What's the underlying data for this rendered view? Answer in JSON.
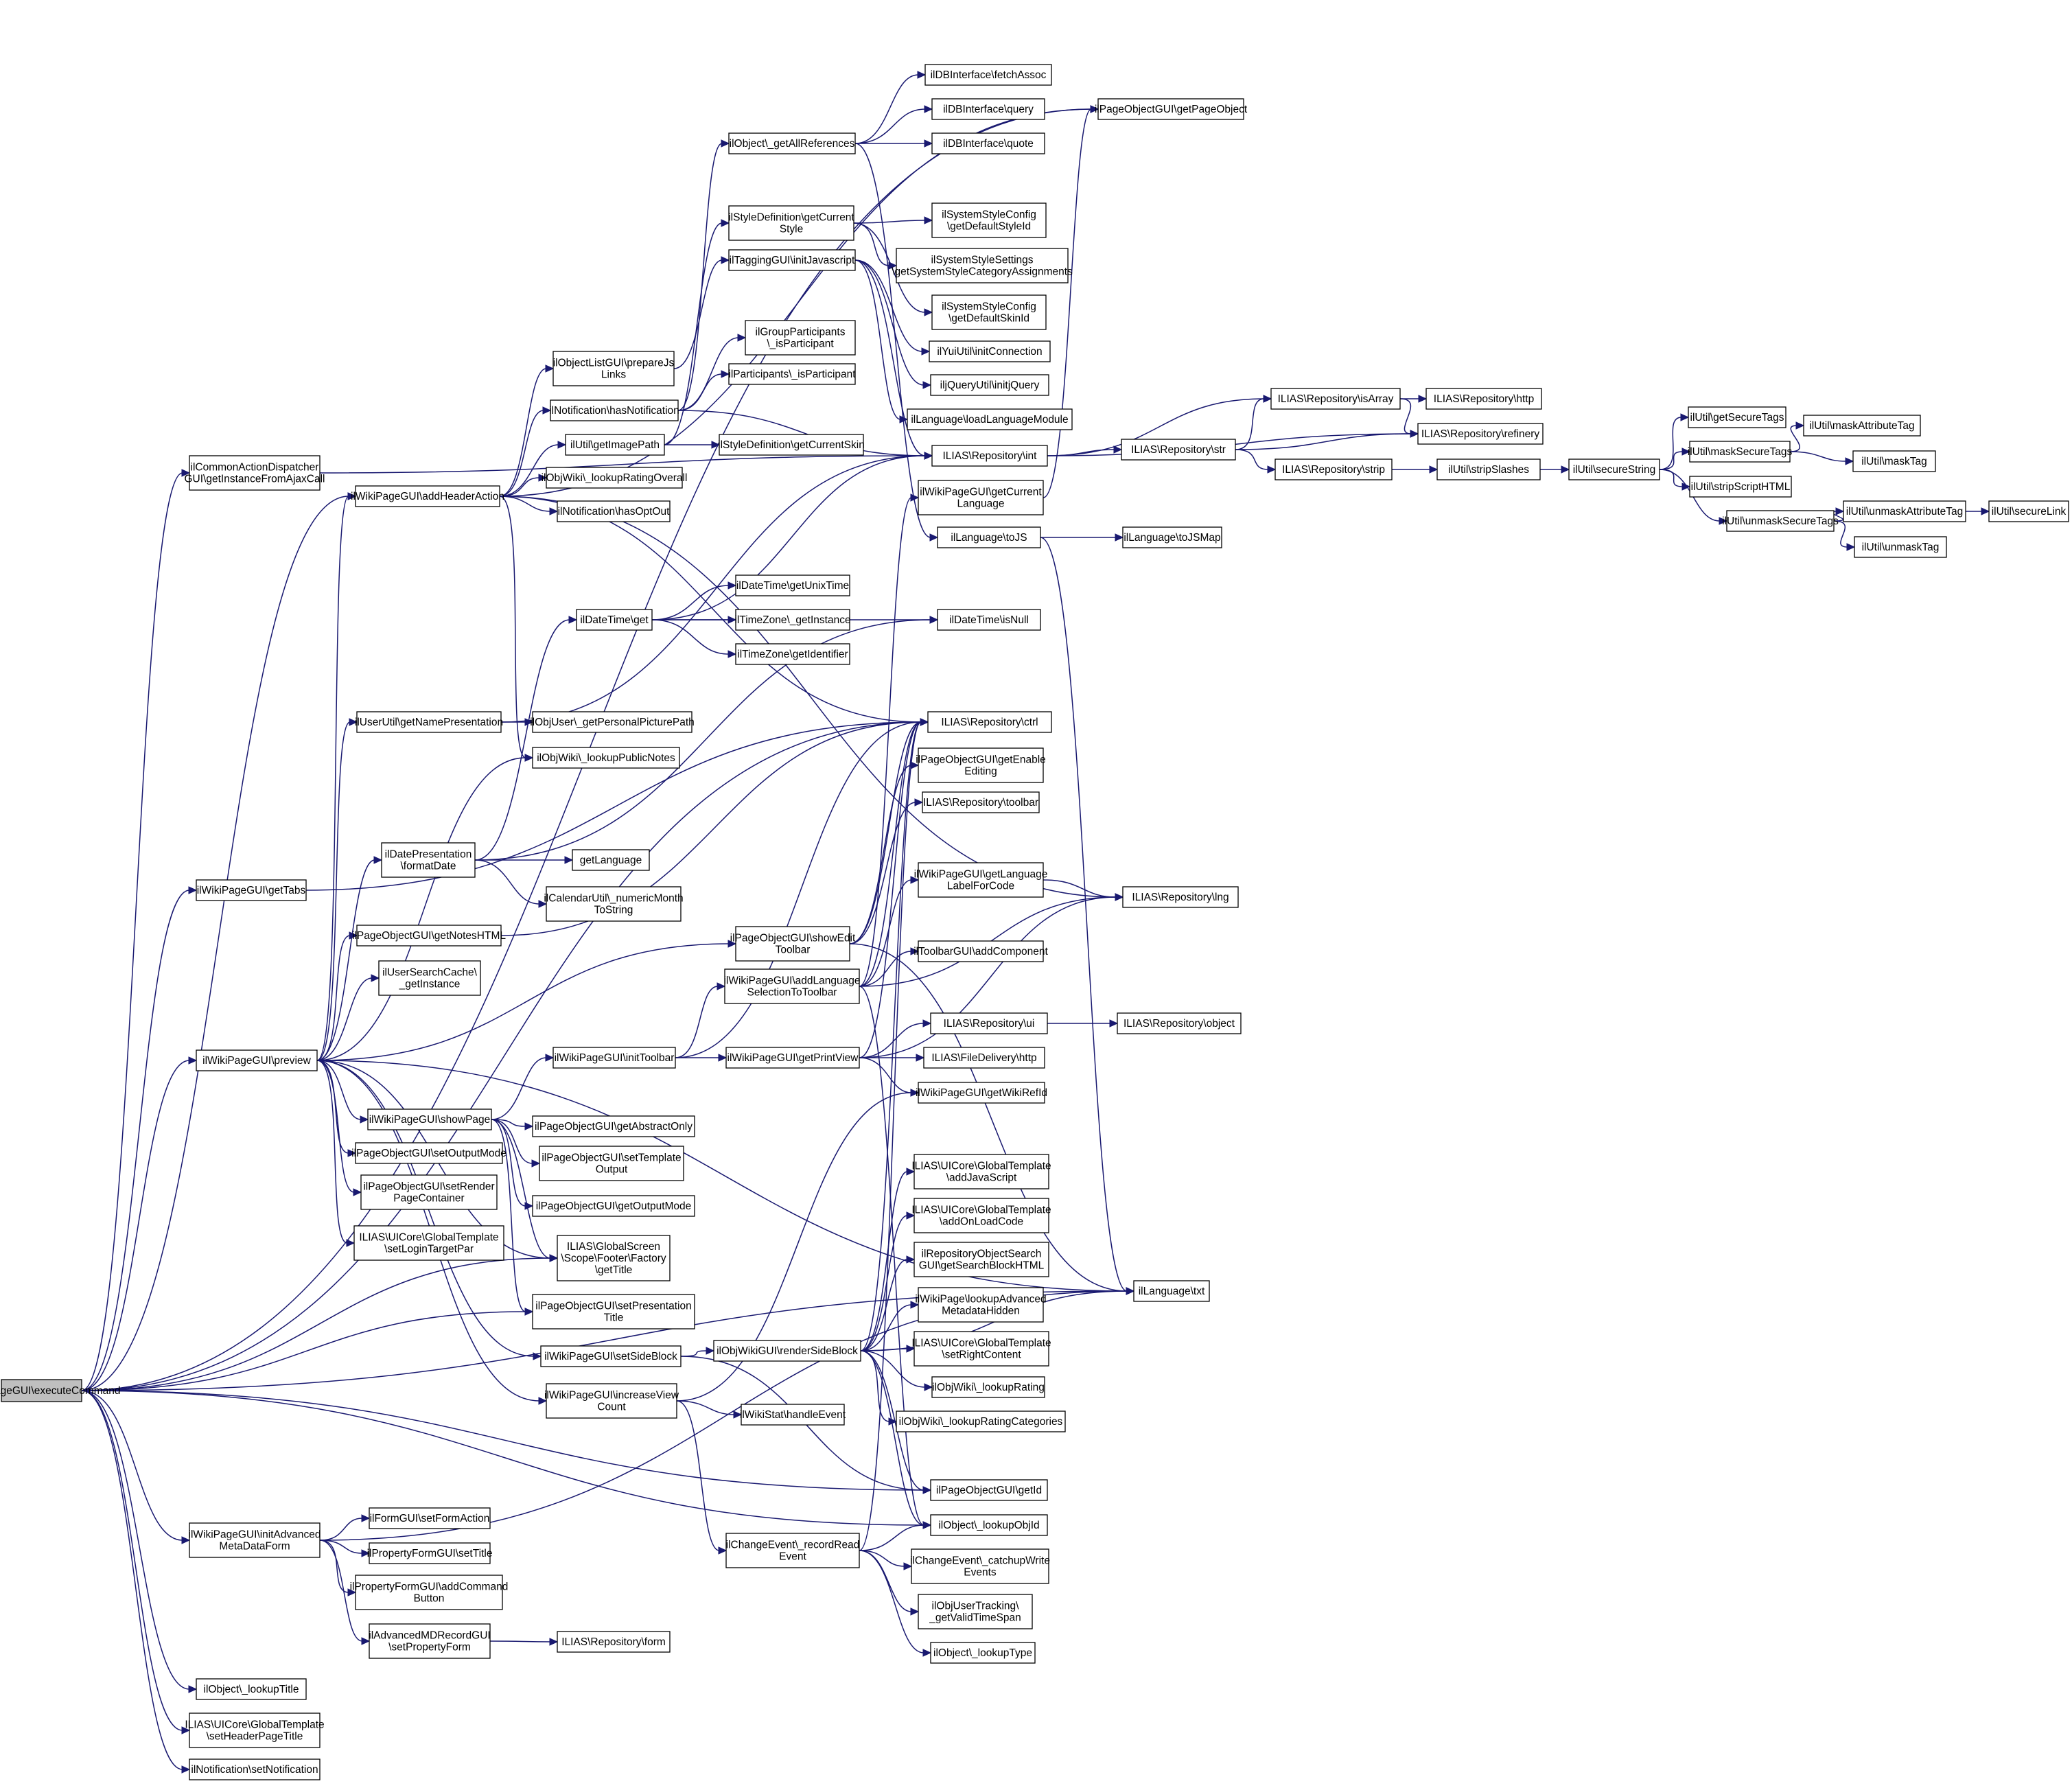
{
  "nodes": [
    {
      "id": "root",
      "lines": [
        "ilWikiPageGUI\\executeCommand"
      ]
    },
    {
      "id": "cad",
      "lines": [
        "ilCommonActionDispatcher",
        "GUI\\getInstanceFromAjaxCall"
      ]
    },
    {
      "id": "tabs",
      "lines": [
        "ilWikiPageGUI\\getTabs"
      ]
    },
    {
      "id": "preview",
      "lines": [
        "ilWikiPageGUI\\preview"
      ]
    },
    {
      "id": "initadv",
      "lines": [
        "ilWikiPageGUI\\initAdvanced",
        "MetaDataForm"
      ]
    },
    {
      "id": "lookuptitle",
      "lines": [
        "ilObject\\_lookupTitle"
      ]
    },
    {
      "id": "setheader",
      "lines": [
        "ILIAS\\UICore\\GlobalTemplate",
        "\\setHeaderPageTitle"
      ]
    },
    {
      "id": "setnotif",
      "lines": [
        "ilNotification\\setNotification"
      ]
    },
    {
      "id": "addheader",
      "lines": [
        "ilWikiPageGUI\\addHeaderAction"
      ]
    },
    {
      "id": "getname",
      "lines": [
        "ilUserUtil\\getNamePresentation"
      ]
    },
    {
      "id": "formatdate",
      "lines": [
        "ilDatePresentation",
        "\\formatDate"
      ]
    },
    {
      "id": "notes",
      "lines": [
        "ilPageObjectGUI\\getNotesHTML"
      ]
    },
    {
      "id": "searchcache",
      "lines": [
        "ilUserSearchCache\\",
        "_getInstance"
      ]
    },
    {
      "id": "showpage",
      "lines": [
        "ilWikiPageGUI\\showPage"
      ]
    },
    {
      "id": "setoutput",
      "lines": [
        "ilPageObjectGUI\\setOutputMode"
      ]
    },
    {
      "id": "setrender",
      "lines": [
        "ilPageObjectGUI\\setRender",
        "PageContainer"
      ]
    },
    {
      "id": "setlogin",
      "lines": [
        "ILIAS\\UICore\\GlobalTemplate",
        "\\setLoginTargetPar"
      ]
    },
    {
      "id": "setformaction",
      "lines": [
        "ilFormGUI\\setFormAction"
      ]
    },
    {
      "id": "propsettitle",
      "lines": [
        "ilPropertyFormGUI\\setTitle"
      ]
    },
    {
      "id": "addcmd",
      "lines": [
        "ilPropertyFormGUI\\addCommand",
        "Button"
      ]
    },
    {
      "id": "setpropform",
      "lines": [
        "ilAdvancedMDRecordGUI",
        "\\setPropertyForm"
      ]
    },
    {
      "id": "prepjs",
      "lines": [
        "ilObjectListGUI\\prepareJs",
        "Links"
      ]
    },
    {
      "id": "hasnotif",
      "lines": [
        "ilNotification\\hasNotification"
      ]
    },
    {
      "id": "imagepath",
      "lines": [
        "ilUtil\\getImagePath"
      ]
    },
    {
      "id": "ratingoverall",
      "lines": [
        "ilObjWiki\\_lookupRatingOverall"
      ]
    },
    {
      "id": "hasoptout",
      "lines": [
        "ilNotification\\hasOptOut"
      ]
    },
    {
      "id": "datetimeget",
      "lines": [
        "ilDateTime\\get"
      ]
    },
    {
      "id": "personalpic",
      "lines": [
        "ilObjUser\\_getPersonalPicturePath"
      ]
    },
    {
      "id": "publicnotes",
      "lines": [
        "ilObjWiki\\_lookupPublicNotes"
      ]
    },
    {
      "id": "getlanguage",
      "lines": [
        "getLanguage"
      ]
    },
    {
      "id": "numericmonth",
      "lines": [
        "ilCalendarUtil\\_numericMonth",
        "ToString"
      ]
    },
    {
      "id": "abstractonly",
      "lines": [
        "ilPageObjectGUI\\getAbstractOnly"
      ]
    },
    {
      "id": "settemplateout",
      "lines": [
        "ilPageObjectGUI\\setTemplate",
        "Output"
      ]
    },
    {
      "id": "getoutputmode",
      "lines": [
        "ilPageObjectGUI\\getOutputMode"
      ]
    },
    {
      "id": "footertitle",
      "lines": [
        "ILIAS\\GlobalScreen",
        "\\Scope\\Footer\\Factory",
        "\\getTitle"
      ]
    },
    {
      "id": "setprestitle",
      "lines": [
        "ilPageObjectGUI\\setPresentation",
        "Title"
      ]
    },
    {
      "id": "setsideblock",
      "lines": [
        "ilWikiPageGUI\\setSideBlock"
      ]
    },
    {
      "id": "incview",
      "lines": [
        "ilWikiPageGUI\\increaseView",
        "Count"
      ]
    },
    {
      "id": "inittoolbar",
      "lines": [
        "ilWikiPageGUI\\initToolbar"
      ]
    },
    {
      "id": "repoform",
      "lines": [
        "ILIAS\\Repository\\form"
      ]
    },
    {
      "id": "allrefs",
      "lines": [
        "ilObject\\_getAllReferences"
      ]
    },
    {
      "id": "stylecurrent",
      "lines": [
        "ilStyleDefinition\\getCurrent",
        "Style"
      ]
    },
    {
      "id": "tagging",
      "lines": [
        "ilTaggingGUI\\initJavascript"
      ]
    },
    {
      "id": "groupparts",
      "lines": [
        "ilGroupParticipants",
        "\\_isParticipant"
      ]
    },
    {
      "id": "parts",
      "lines": [
        "ilParticipants\\_isParticipant"
      ]
    },
    {
      "id": "currentskin",
      "lines": [
        "ilStyleDefinition\\getCurrentSkin"
      ]
    },
    {
      "id": "unixtime",
      "lines": [
        "ilDateTime\\getUnixTime"
      ]
    },
    {
      "id": "tzinstance",
      "lines": [
        "ilTimeZone\\_getInstance"
      ]
    },
    {
      "id": "tzident",
      "lines": [
        "ilTimeZone\\getIdentifier"
      ]
    },
    {
      "id": "showedit",
      "lines": [
        "ilPageObjectGUI\\showEdit",
        "Toolbar"
      ]
    },
    {
      "id": "addlang",
      "lines": [
        "ilWikiPageGUI\\addLanguage",
        "SelectionToToolbar"
      ]
    },
    {
      "id": "printview",
      "lines": [
        "ilWikiPageGUI\\getPrintView"
      ]
    },
    {
      "id": "rendersideblock",
      "lines": [
        "ilObjWikiGUI\\renderSideBlock"
      ]
    },
    {
      "id": "wikistat",
      "lines": [
        "ilWikiStat\\handleEvent"
      ]
    },
    {
      "id": "recordread",
      "lines": [
        "ilChangeEvent\\_recordRead",
        "Event"
      ]
    },
    {
      "id": "fetchassoc",
      "lines": [
        "ilDBInterface\\fetchAssoc"
      ]
    },
    {
      "id": "dbquery",
      "lines": [
        "ilDBInterface\\query"
      ]
    },
    {
      "id": "dbquote",
      "lines": [
        "ilDBInterface\\quote"
      ]
    },
    {
      "id": "defstyleid",
      "lines": [
        "ilSystemStyleConfig",
        "\\getDefaultStyleId"
      ]
    },
    {
      "id": "catassign",
      "lines": [
        "ilSystemStyleSettings",
        "\\getSystemStyleCategoryAssignments"
      ]
    },
    {
      "id": "defskinid",
      "lines": [
        "ilSystemStyleConfig",
        "\\getDefaultSkinId"
      ]
    },
    {
      "id": "yui",
      "lines": [
        "ilYuiUtil\\initConnection"
      ]
    },
    {
      "id": "jquery",
      "lines": [
        "iljQueryUtil\\initjQuery"
      ]
    },
    {
      "id": "loadlang",
      "lines": [
        "ilLanguage\\loadLanguageModule"
      ]
    },
    {
      "id": "repoint",
      "lines": [
        "ILIAS\\Repository\\int"
      ]
    },
    {
      "id": "currentlang",
      "lines": [
        "ilWikiPageGUI\\getCurrent",
        "Language"
      ]
    },
    {
      "id": "tojs",
      "lines": [
        "ilLanguage\\toJS"
      ]
    },
    {
      "id": "isnull",
      "lines": [
        "ilDateTime\\isNull"
      ]
    },
    {
      "id": "ctrl",
      "lines": [
        "ILIAS\\Repository\\ctrl"
      ]
    },
    {
      "id": "enableediting",
      "lines": [
        "ilPageObjectGUI\\getEnable",
        "Editing"
      ]
    },
    {
      "id": "repotoolbar",
      "lines": [
        "ILIAS\\Repository\\toolbar"
      ]
    },
    {
      "id": "langlabel",
      "lines": [
        "ilWikiPageGUI\\getLanguage",
        "LabelForCode"
      ]
    },
    {
      "id": "addcomponent",
      "lines": [
        "ilToolbarGUI\\addComponent"
      ]
    },
    {
      "id": "repoui",
      "lines": [
        "ILIAS\\Repository\\ui"
      ]
    },
    {
      "id": "filehttp",
      "lines": [
        "ILIAS\\FileDelivery\\http"
      ]
    },
    {
      "id": "wikirefid",
      "lines": [
        "ilWikiPageGUI\\getWikiRefId"
      ]
    },
    {
      "id": "addjs",
      "lines": [
        "ILIAS\\UICore\\GlobalTemplate",
        "\\addJavaScript"
      ]
    },
    {
      "id": "addonload",
      "lines": [
        "ILIAS\\UICore\\GlobalTemplate",
        "\\addOnLoadCode"
      ]
    },
    {
      "id": "searchblock",
      "lines": [
        "ilRepositoryObjectSearch",
        "GUI\\getSearchBlockHTML"
      ]
    },
    {
      "id": "advhidden",
      "lines": [
        "ilWikiPage\\lookupAdvanced",
        "MetadataHidden"
      ]
    },
    {
      "id": "setright",
      "lines": [
        "ILIAS\\UICore\\GlobalTemplate",
        "\\setRightContent"
      ]
    },
    {
      "id": "lookuprating",
      "lines": [
        "ilObjWiki\\_lookupRating"
      ]
    },
    {
      "id": "ratingcats",
      "lines": [
        "ilObjWiki\\_lookupRatingCategories"
      ]
    },
    {
      "id": "getid",
      "lines": [
        "ilPageObjectGUI\\getId"
      ]
    },
    {
      "id": "lookupobjid",
      "lines": [
        "ilObject\\_lookupObjId"
      ]
    },
    {
      "id": "catchup",
      "lines": [
        "ilChangeEvent\\_catchupWrite",
        "Events"
      ]
    },
    {
      "id": "validspan",
      "lines": [
        "ilObjUserTracking\\",
        "_getValidTimeSpan"
      ]
    },
    {
      "id": "lookuptype",
      "lines": [
        "ilObject\\_lookupType"
      ]
    },
    {
      "id": "getpageobject",
      "lines": [
        "ilPageObjectGUI\\getPageObject"
      ]
    },
    {
      "id": "isarray",
      "lines": [
        "ILIAS\\Repository\\isArray"
      ]
    },
    {
      "id": "repostr",
      "lines": [
        "ILIAS\\Repository\\str"
      ]
    },
    {
      "id": "repostrip",
      "lines": [
        "ILIAS\\Repository\\strip"
      ]
    },
    {
      "id": "tojsmap",
      "lines": [
        "ilLanguage\\toJSMap"
      ]
    },
    {
      "id": "repolng",
      "lines": [
        "ILIAS\\Repository\\lng"
      ]
    },
    {
      "id": "repoobject",
      "lines": [
        "ILIAS\\Repository\\object"
      ]
    },
    {
      "id": "langtxt",
      "lines": [
        "ilLanguage\\txt"
      ]
    },
    {
      "id": "repohttp",
      "lines": [
        "ILIAS\\Repository\\http"
      ]
    },
    {
      "id": "refinery",
      "lines": [
        "ILIAS\\Repository\\refinery"
      ]
    },
    {
      "id": "stripslashes",
      "lines": [
        "ilUtil\\stripSlashes"
      ]
    },
    {
      "id": "securestring",
      "lines": [
        "ilUtil\\secureString"
      ]
    },
    {
      "id": "gettags",
      "lines": [
        "ilUtil\\getSecureTags"
      ]
    },
    {
      "id": "masktags",
      "lines": [
        "ilUtil\\maskSecureTags"
      ]
    },
    {
      "id": "stripscript",
      "lines": [
        "ilUtil\\stripScriptHTML"
      ]
    },
    {
      "id": "unmasktags",
      "lines": [
        "ilUtil\\unmaskSecureTags"
      ]
    },
    {
      "id": "maskattr",
      "lines": [
        "ilUtil\\maskAttributeTag"
      ]
    },
    {
      "id": "masktag",
      "lines": [
        "ilUtil\\maskTag"
      ]
    },
    {
      "id": "unmaskattr",
      "lines": [
        "ilUtil\\unmaskAttributeTag"
      ]
    },
    {
      "id": "unmasktag",
      "lines": [
        "ilUtil\\unmaskTag"
      ]
    },
    {
      "id": "securelink",
      "lines": [
        "ilUtil\\secureLink"
      ]
    }
  ],
  "edges": [
    [
      "root",
      "cad"
    ],
    [
      "root",
      "tabs"
    ],
    [
      "root",
      "preview"
    ],
    [
      "root",
      "initadv"
    ],
    [
      "root",
      "lookuptitle"
    ],
    [
      "root",
      "setheader"
    ],
    [
      "root",
      "setnotif"
    ],
    [
      "root",
      "addheader"
    ],
    [
      "root",
      "getpageobject"
    ],
    [
      "root",
      "ctrl"
    ],
    [
      "root",
      "footertitle"
    ],
    [
      "root",
      "setprestitle"
    ],
    [
      "root",
      "langtxt"
    ],
    [
      "root",
      "getid"
    ],
    [
      "root",
      "lookupobjid"
    ],
    [
      "cad",
      "repoint"
    ],
    [
      "tabs",
      "ctrl"
    ],
    [
      "preview",
      "addheader"
    ],
    [
      "preview",
      "getname"
    ],
    [
      "preview",
      "formatdate"
    ],
    [
      "preview",
      "notes"
    ],
    [
      "preview",
      "searchcache"
    ],
    [
      "preview",
      "showedit"
    ],
    [
      "preview",
      "showpage"
    ],
    [
      "preview",
      "setoutput"
    ],
    [
      "preview",
      "setrender"
    ],
    [
      "preview",
      "setlogin"
    ],
    [
      "preview",
      "footertitle"
    ],
    [
      "preview",
      "setsideblock"
    ],
    [
      "preview",
      "incview"
    ],
    [
      "preview",
      "publicnotes"
    ],
    [
      "preview",
      "langtxt"
    ],
    [
      "initadv",
      "setformaction"
    ],
    [
      "initadv",
      "propsettitle"
    ],
    [
      "initadv",
      "addcmd"
    ],
    [
      "initadv",
      "setpropform"
    ],
    [
      "initadv",
      "langtxt"
    ],
    [
      "addheader",
      "prepjs"
    ],
    [
      "addheader",
      "hasnotif"
    ],
    [
      "addheader",
      "imagepath"
    ],
    [
      "addheader",
      "ratingoverall"
    ],
    [
      "addheader",
      "hasoptout"
    ],
    [
      "addheader",
      "getpageobject"
    ],
    [
      "addheader",
      "publicnotes"
    ],
    [
      "addheader",
      "ctrl"
    ],
    [
      "addheader",
      "repolng"
    ],
    [
      "getname",
      "personalpic"
    ],
    [
      "getname",
      "repoint"
    ],
    [
      "formatdate",
      "datetimeget"
    ],
    [
      "formatdate",
      "getlanguage"
    ],
    [
      "formatdate",
      "numericmonth"
    ],
    [
      "formatdate",
      "isnull"
    ],
    [
      "notes",
      "ctrl"
    ],
    [
      "showpage",
      "inittoolbar"
    ],
    [
      "showpage",
      "abstractonly"
    ],
    [
      "showpage",
      "settemplateout"
    ],
    [
      "showpage",
      "getoutputmode"
    ],
    [
      "showpage",
      "footertitle"
    ],
    [
      "showpage",
      "setprestitle"
    ],
    [
      "setpropform",
      "repoform"
    ],
    [
      "prepjs",
      "tagging"
    ],
    [
      "hasnotif",
      "groupparts"
    ],
    [
      "hasnotif",
      "parts"
    ],
    [
      "hasnotif",
      "allrefs"
    ],
    [
      "hasnotif",
      "repoint"
    ],
    [
      "imagepath",
      "currentskin"
    ],
    [
      "imagepath",
      "stylecurrent"
    ],
    [
      "datetimeget",
      "unixtime"
    ],
    [
      "datetimeget",
      "tzinstance"
    ],
    [
      "datetimeget",
      "tzident"
    ],
    [
      "datetimeget",
      "isnull"
    ],
    [
      "datetimeget",
      "repoint"
    ],
    [
      "setsideblock",
      "rendersideblock"
    ],
    [
      "setsideblock",
      "getid"
    ],
    [
      "incview",
      "wikistat"
    ],
    [
      "incview",
      "recordread"
    ],
    [
      "incview",
      "wikirefid"
    ],
    [
      "inittoolbar",
      "addlang"
    ],
    [
      "inittoolbar",
      "printview"
    ],
    [
      "inittoolbar",
      "ctrl"
    ],
    [
      "allrefs",
      "fetchassoc"
    ],
    [
      "allrefs",
      "dbquery"
    ],
    [
      "allrefs",
      "dbquote"
    ],
    [
      "allrefs",
      "tojs"
    ],
    [
      "stylecurrent",
      "defstyleid"
    ],
    [
      "stylecurrent",
      "catassign"
    ],
    [
      "stylecurrent",
      "defskinid"
    ],
    [
      "tagging",
      "yui"
    ],
    [
      "tagging",
      "jquery"
    ],
    [
      "tagging",
      "loadlang"
    ],
    [
      "tagging",
      "repoint"
    ],
    [
      "showedit",
      "enableediting"
    ],
    [
      "showedit",
      "repotoolbar"
    ],
    [
      "showedit",
      "ctrl"
    ],
    [
      "showedit",
      "langtxt"
    ],
    [
      "addlang",
      "langlabel"
    ],
    [
      "addlang",
      "addcomponent"
    ],
    [
      "addlang",
      "currentlang"
    ],
    [
      "addlang",
      "ctrl"
    ],
    [
      "addlang",
      "repolng"
    ],
    [
      "addlang",
      "lookupobjid"
    ],
    [
      "printview",
      "repoui"
    ],
    [
      "printview",
      "filehttp"
    ],
    [
      "printview",
      "wikirefid"
    ],
    [
      "printview",
      "repolng"
    ],
    [
      "printview",
      "ctrl"
    ],
    [
      "rendersideblock",
      "addjs"
    ],
    [
      "rendersideblock",
      "addonload"
    ],
    [
      "rendersideblock",
      "searchblock"
    ],
    [
      "rendersideblock",
      "advhidden"
    ],
    [
      "rendersideblock",
      "setright"
    ],
    [
      "rendersideblock",
      "lookuprating"
    ],
    [
      "rendersideblock",
      "ratingcats"
    ],
    [
      "rendersideblock",
      "getid"
    ],
    [
      "rendersideblock",
      "lookupobjid"
    ],
    [
      "rendersideblock",
      "ctrl"
    ],
    [
      "rendersideblock",
      "langtxt"
    ],
    [
      "recordread",
      "lookupobjid"
    ],
    [
      "recordread",
      "catchup"
    ],
    [
      "recordread",
      "validspan"
    ],
    [
      "recordread",
      "lookuptype"
    ],
    [
      "recordread",
      "ctrl"
    ],
    [
      "repoint",
      "isarray"
    ],
    [
      "repoint",
      "repostr"
    ],
    [
      "repoint",
      "refinery"
    ],
    [
      "currentlang",
      "getpageobject"
    ],
    [
      "tojs",
      "tojsmap"
    ],
    [
      "tojs",
      "langtxt"
    ],
    [
      "langlabel",
      "repolng"
    ],
    [
      "repoui",
      "repoobject"
    ],
    [
      "isarray",
      "repohttp"
    ],
    [
      "isarray",
      "refinery"
    ],
    [
      "repostr",
      "isarray"
    ],
    [
      "repostr",
      "repostrip"
    ],
    [
      "repostr",
      "refinery"
    ],
    [
      "repostrip",
      "stripslashes"
    ],
    [
      "stripslashes",
      "securestring"
    ],
    [
      "securestring",
      "gettags"
    ],
    [
      "securestring",
      "masktags"
    ],
    [
      "securestring",
      "stripscript"
    ],
    [
      "securestring",
      "unmasktags"
    ],
    [
      "masktags",
      "maskattr"
    ],
    [
      "masktags",
      "masktag"
    ],
    [
      "unmasktags",
      "unmaskattr"
    ],
    [
      "unmasktags",
      "unmasktag"
    ],
    [
      "unmaskattr",
      "securelink"
    ]
  ]
}
